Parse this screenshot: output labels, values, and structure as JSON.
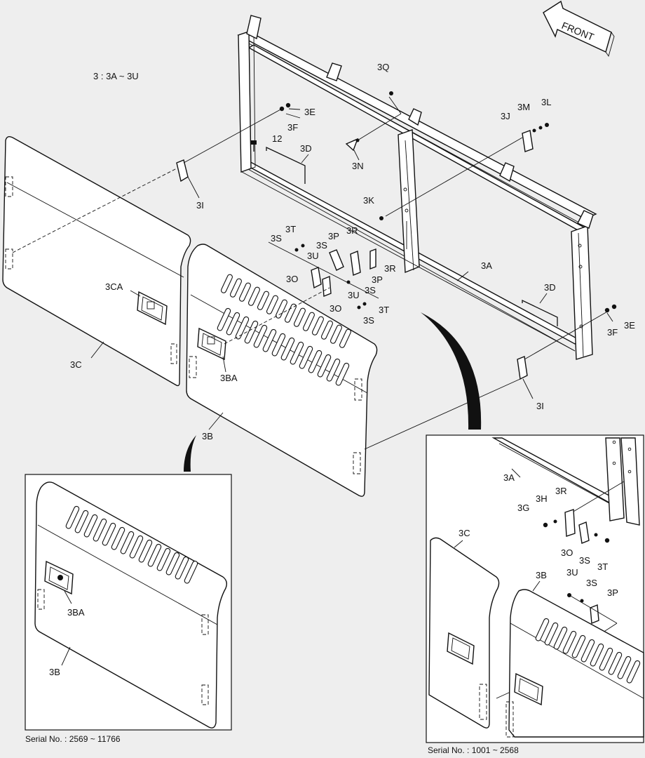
{
  "diagram": {
    "group_label": "3 : 3A ~ 3U",
    "front_label": "FRONT",
    "labels": {
      "3Q": "3Q",
      "3E": "3E",
      "3F": "3F",
      "12": "12",
      "3D": "3D",
      "3N": "3N",
      "3J": "3J",
      "3M": "3M",
      "3L": "3L",
      "3I": "3I",
      "3K": "3K",
      "3T": "3T",
      "3S": "3S",
      "3P": "3P",
      "3R": "3R",
      "3U": "3U",
      "3O": "3O",
      "3A": "3A",
      "3CA": "3CA",
      "3C": "3C",
      "3BA": "3BA",
      "3B": "3B",
      "3G": "3G",
      "3H": "3H"
    },
    "inset_left_serial": "Serial No. : 2569 ~ 11766",
    "inset_right_serial": "Serial No. : 1001 ~ 2568"
  }
}
